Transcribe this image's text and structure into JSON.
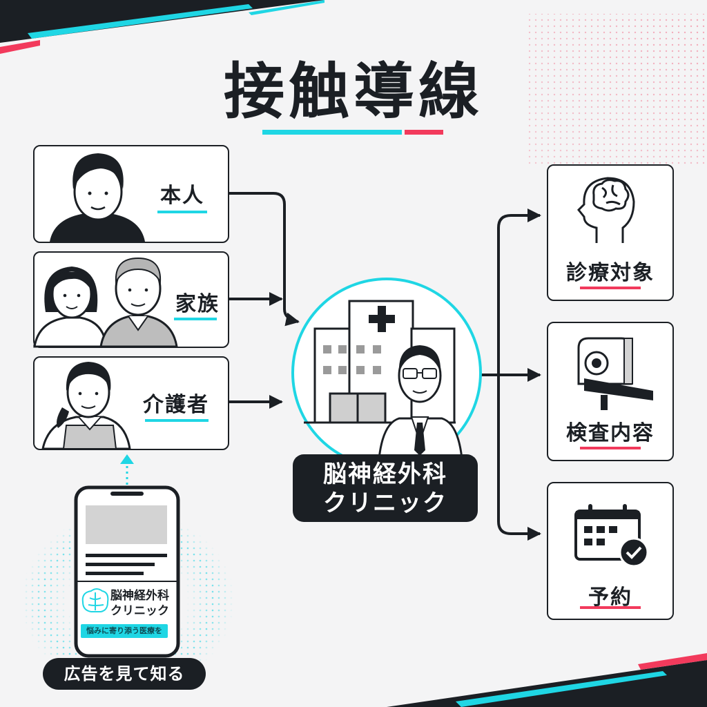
{
  "title": "接触導線",
  "sources": [
    {
      "label": "本人",
      "icon": "person-icon"
    },
    {
      "label": "家族",
      "icon": "family-icon"
    },
    {
      "label": "介護者",
      "icon": "caregiver-icon"
    }
  ],
  "clinic": {
    "line1": "脳神経外科",
    "line2": "クリニック",
    "icon": "hospital-doctor-icon"
  },
  "destinations": [
    {
      "label": "診療対象",
      "icon": "brain-head-icon"
    },
    {
      "label": "検査内容",
      "icon": "mri-scanner-icon"
    },
    {
      "label": "予約",
      "icon": "calendar-check-icon"
    }
  ],
  "ad": {
    "badge": "広告を見て知る",
    "phone_line1": "脳神経外科",
    "phone_line2": "クリニック",
    "phone_tag": "悩みに寄り添う医療を"
  },
  "colors": {
    "accent_cyan": "#1fd6e4",
    "accent_magenta": "#f23a5c",
    "ink": "#1b1f24"
  }
}
